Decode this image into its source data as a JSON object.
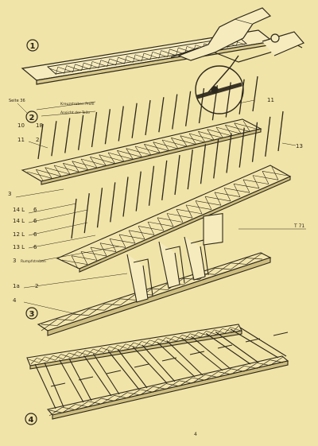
{
  "steps": [
    {
      "number": "1"
    },
    {
      "number": "2"
    },
    {
      "number": "3"
    },
    {
      "number": "4"
    }
  ],
  "labels": {
    "sete": "Seite 36",
    "part_10": "10",
    "part_18": "18",
    "part_11a": "11",
    "part_11b": "11",
    "part_2": "2",
    "part_13": "13",
    "kreuz": "Kreuzstreben Profil",
    "ansicht": "Ansicht der Teile",
    "part_3": "3",
    "part_14a": "14 L",
    "part_14a_b": "6",
    "part_14b": "14 L",
    "part_14b_b": "6",
    "part_12": "12 L",
    "part_12_b": "6",
    "part_13b": "13 L",
    "part_13b_b": "6",
    "bottom_3": "3",
    "bottom_3_txt": "Rumpfstreben",
    "part_1a": "1a",
    "part_1a_b": "2",
    "part_4": "4",
    "t71": "T  71",
    "footer": "4"
  }
}
